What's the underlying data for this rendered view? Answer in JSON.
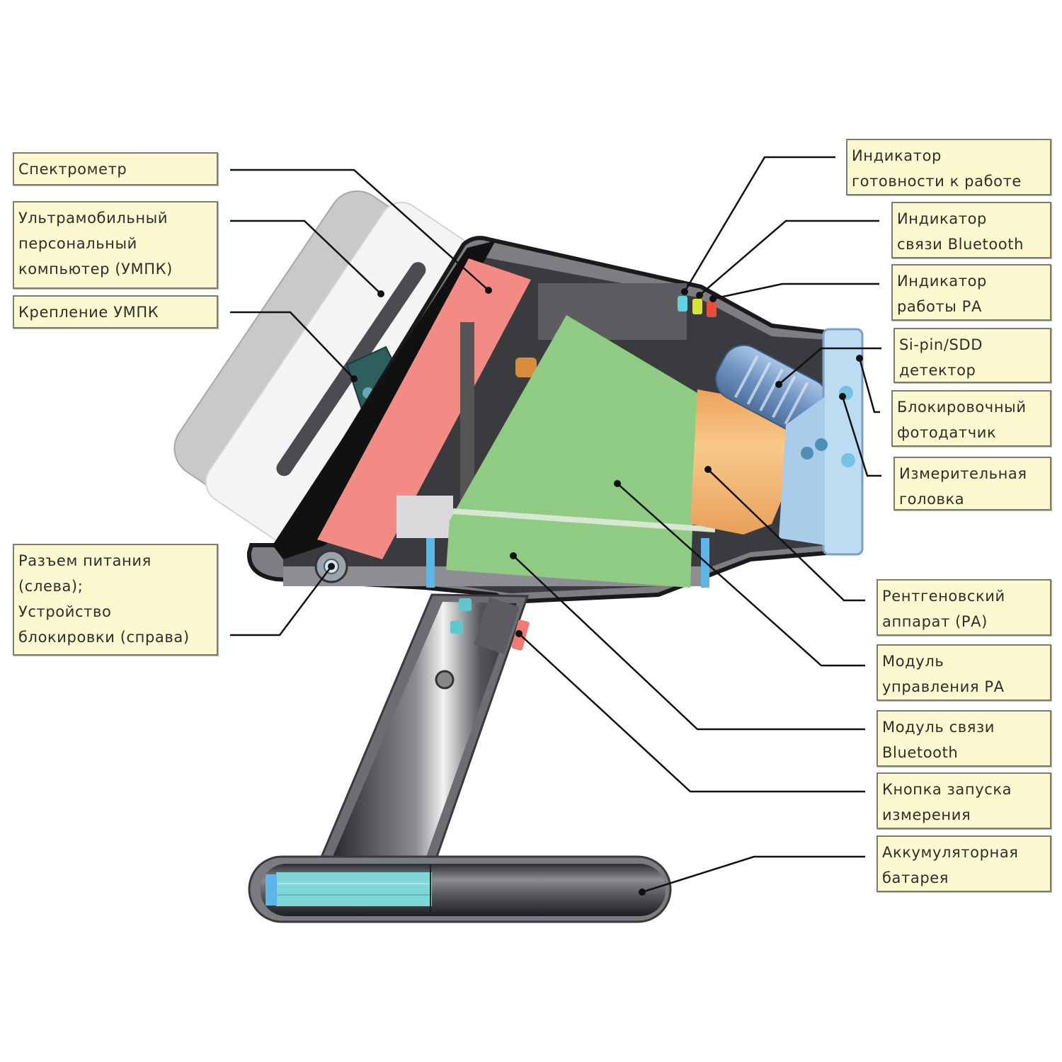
{
  "diagram": {
    "type": "cutaway-device-schematic",
    "colors": {
      "label_background": "#fcf8cf",
      "label_border": "#7d7d6e",
      "spectrometer_board": "#f28b84",
      "control_module": "#8fcb82",
      "xray_tube": "#f7b26c",
      "detector": "#8fb3d9",
      "measuring_head": "#bcdcf2",
      "battery_cells": "#7fd6d6",
      "housing": "#3b3b3f",
      "led_ready": "#5fd3e0",
      "led_bluetooth": "#d8e33a",
      "led_xray": "#ee4b3a"
    }
  },
  "labels": {
    "spectrometer": "Спектрометр",
    "umpc": "Ультрамобильный\nперсональный\nкомпьютер (УМПК)",
    "umpc_mount": "Крепление УМПК",
    "power_connector": "Разъем питания\n(слева);\nУстройство\nблокировки (справа)",
    "ready_indicator": "Индикатор\nготовности к работе",
    "bluetooth_indicator": "Индикатор\nсвязи Bluetooth",
    "xray_indicator": "Индикатор\nработы РА",
    "detector": "Si-pin/SDD\nдетектор",
    "photo_sensor": "Блокировочный\nфотодатчик",
    "measuring_head": "Измерительная\nголовка",
    "xray_unit": "Рентгеновский\nаппарат (РА)",
    "xray_control_module": "Модуль\nуправления РА",
    "bluetooth_module": "Модуль связи\nBluetooth",
    "start_button": "Кнопка запуска\nизмерения",
    "battery": "Аккумуляторная\nбатарея"
  }
}
